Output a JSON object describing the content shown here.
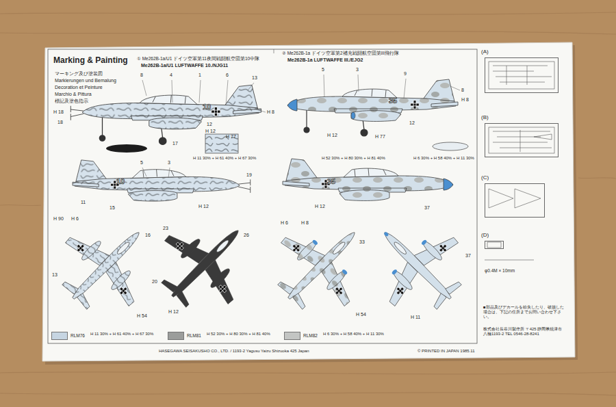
{
  "diagram": {
    "title": "Marking & Painting",
    "nodes": [
      {
        "text": [
          "(A)"
        ]
      },
      {
        "text": [
          "(B)"
        ]
      },
      {
        "text": [
          "(C)"
        ]
      },
      {
        "text": [
          "(D)"
        ]
      }
    ],
    "labels": [
      "マーキング及び塗装図",
      "Markierungen und Bemalung",
      "Decoration et Peinture",
      "Marchio & Pittura",
      "標記及塗色指示",
      "① Me262B-1a/U1 ドイツ空軍第11夜間戦闘航空団第10中隊",
      "Me262B-1a/U1 LUFTWAFFE 10./NJG11",
      "② Me262B-1a ドイツ空軍第2補充戦闘航空団第III飛行隊",
      "Me262B-1a LUFTWAFFE III./EJG2",
      "8",
      "4",
      "1",
      "6",
      "13",
      "H 8",
      "H 18",
      "18",
      "12",
      "H 12",
      "H 77",
      "17",
      "10",
      "H 11 30% + H 61 40% + H 67 30%",
      "10",
      "5",
      "3",
      "19",
      "15",
      "H 12",
      "11",
      "H 90",
      "H 6",
      "16",
      "13",
      "H 54",
      "20",
      "23",
      "H 12",
      "26",
      "5",
      "3",
      "9",
      "8",
      "H 8",
      "H 12",
      "H 77",
      "12",
      "35",
      "H 6 30% + H 58 40% + H 11 30%",
      "H 52 30% + H 80 30% + H 81 40%",
      "35",
      "37",
      "H 12",
      "H 6",
      "H 8",
      "33",
      "H 54",
      "H 11",
      "37",
      "φ0.4M × 10mm",
      "■部品及びデカールを紛失したり、破損した場合は、下記の住所までお問い合わせ下さい。",
      "株式会社長谷川製作所 〒425 静岡県焼津市八楠1193-2 TEL 0546-28-8241",
      "H 11 30% + H 61 40% + H 67 30%",
      "H 52 30% + H 80 30% + H 81 40%",
      "H 6 30% + H 58 40% + H 11 30%",
      "HASEGAWA SEISAKUSHO CO., LTD. / 1193-2 Yagusu Yaizu Shizuoka 425 Japan",
      "© PRINTED IN JAPAN 1985.11"
    ],
    "legend": [
      {
        "text": "RLM76",
        "color": "#c6d5e2"
      },
      {
        "text": "RLM81",
        "color": "#9b9d9b"
      },
      {
        "text": "RLM82",
        "color": "#c3c5c3"
      }
    ]
  }
}
